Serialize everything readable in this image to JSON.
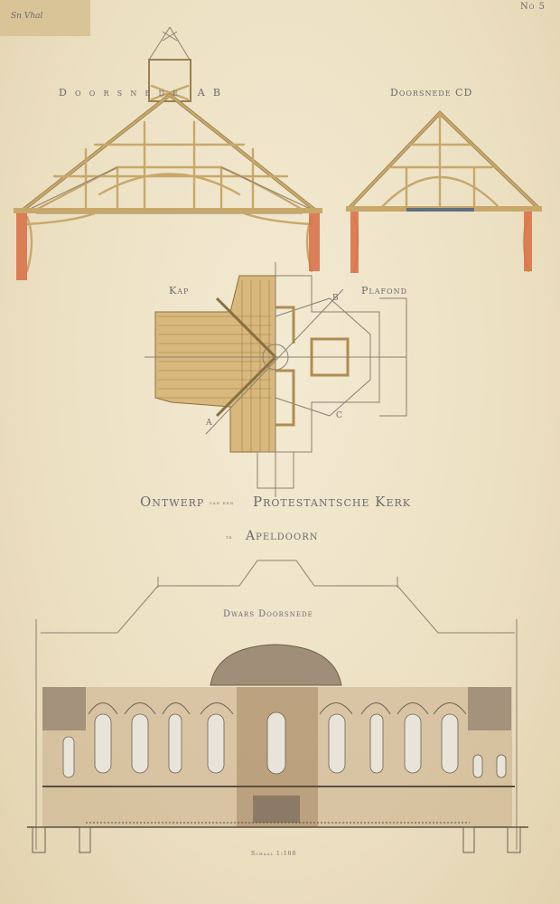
{
  "sheet": {
    "label_tag": "Sn Vhal",
    "number": "No 5",
    "section_ab": "Doorsnede AB",
    "section_cd": "Doorsnede CD",
    "plan_left": "Kap",
    "plan_right": "Plafond",
    "plan_marks": [
      "A",
      "B",
      "C"
    ],
    "title_line1_a": "Ontwerp",
    "title_line1_b": "van een",
    "title_line1_c": "Protestantsche Kerk",
    "title_line2_a": "te",
    "title_line2_b": "Apeldoorn",
    "cross_section": "Dwars Doorsnede",
    "scale": "Schaal 1:100"
  },
  "colors": {
    "paper": "#eee3c8",
    "timber": "#c8a86a",
    "brick": "#d9734a",
    "ink": "#6b6a6e"
  }
}
